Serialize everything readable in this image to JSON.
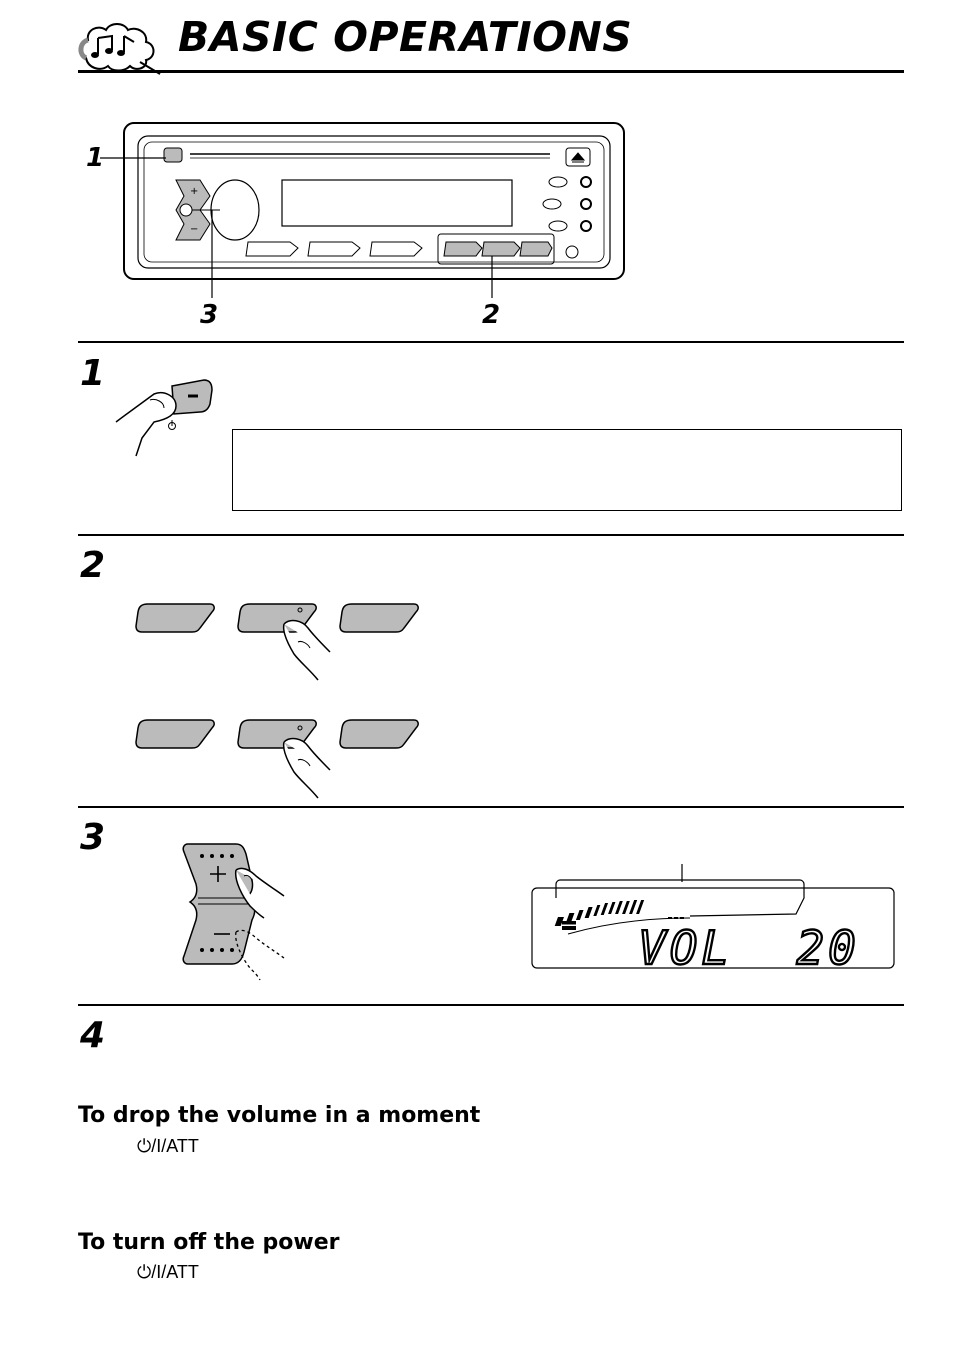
{
  "page": {
    "title": "BASIC OPERATIONS"
  },
  "diagram": {
    "callouts": [
      "1",
      "2",
      "3"
    ]
  },
  "steps": [
    {
      "number": "1"
    },
    {
      "number": "2"
    },
    {
      "number": "3"
    },
    {
      "number": "4"
    }
  ],
  "display": {
    "readout": "VOL  20"
  },
  "tips": [
    {
      "heading": "To drop the volume in a moment",
      "button_label": "⏻/I/ATT"
    },
    {
      "heading": "To turn off the power",
      "button_label": "⏻/I/ATT"
    }
  ]
}
